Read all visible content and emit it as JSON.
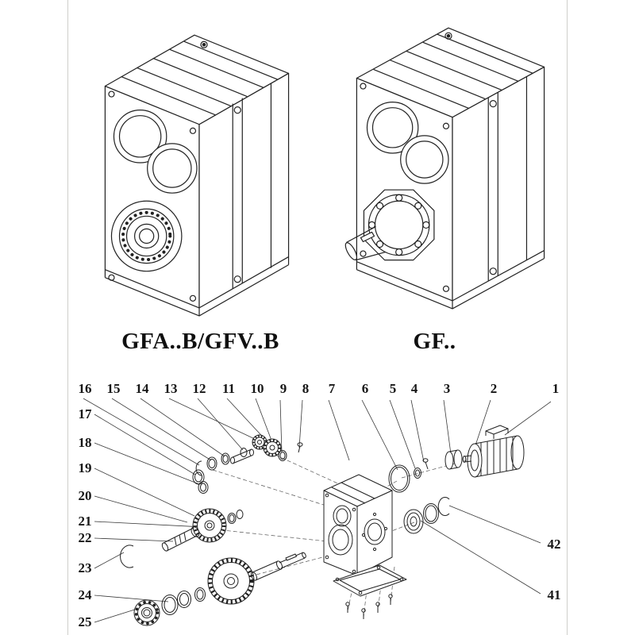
{
  "colors": {
    "line": "#222222",
    "background": "#ffffff"
  },
  "figures": {
    "left": {
      "caption": "GFA..B/GFV..B"
    },
    "right": {
      "caption": "GF.."
    }
  },
  "exploded": {
    "top_row": [
      "16",
      "15",
      "14",
      "13",
      "12",
      "11",
      "10",
      "9",
      "8",
      "7",
      "6",
      "5",
      "4",
      "3",
      "2",
      "1"
    ],
    "left_col": [
      "17",
      "18",
      "19",
      "20",
      "21",
      "22",
      "23",
      "24",
      "25"
    ],
    "right_col": [
      "42",
      "41"
    ]
  }
}
